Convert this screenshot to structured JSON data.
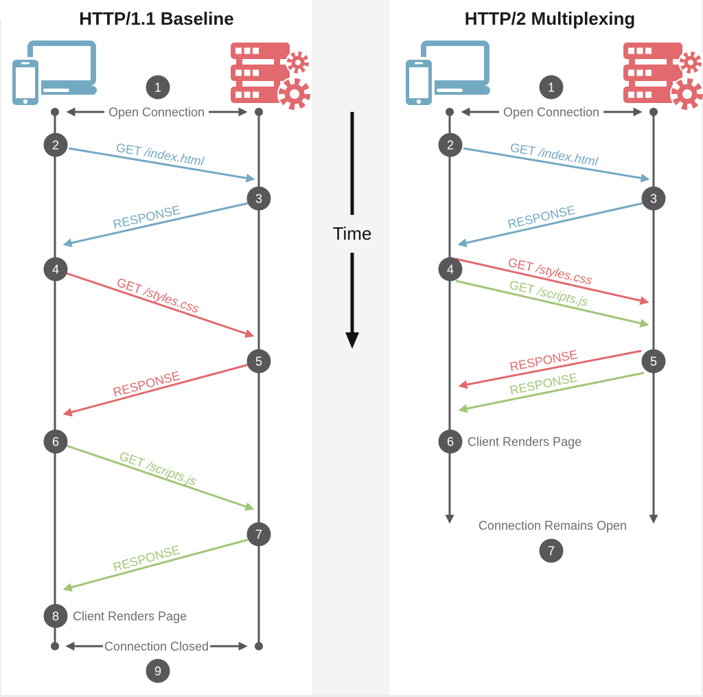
{
  "colors": {
    "client_blue": "#74a9c2",
    "server_red": "#e2696d",
    "request_blue": "#74a9c2",
    "request_red": "#e2696d",
    "request_green": "#a0c677",
    "step_circle_gray": "#58585b",
    "label_gray": "#6d6e71",
    "time_black": "#131313",
    "divider_strip_gray": "#f4f4f5"
  },
  "icons": {
    "client": "client-devices-icon",
    "server": "server-gears-icon"
  },
  "time_axis": {
    "label": "Time"
  },
  "left_panel": {
    "title": "HTTP/1.1 Baseline",
    "step_numbers": [
      "1",
      "2",
      "3",
      "4",
      "5",
      "6",
      "7",
      "8",
      "9"
    ],
    "open_connection_label": "Open Connection",
    "messages": {
      "get_index": {
        "verb": "GET",
        "path": "/index.html"
      },
      "response_index": "RESPONSE",
      "get_styles": {
        "verb": "GET",
        "path": "/styles.css"
      },
      "response_styles": "RESPONSE",
      "get_scripts": {
        "verb": "GET",
        "path": "/scripts.js"
      },
      "response_scripts": "RESPONSE"
    },
    "client_renders_label": "Client Renders Page",
    "connection_closed_label": "Connection Closed"
  },
  "right_panel": {
    "title": "HTTP/2 Multiplexing",
    "step_numbers": [
      "1",
      "2",
      "3",
      "4",
      "5",
      "6",
      "7"
    ],
    "open_connection_label": "Open Connection",
    "messages": {
      "get_index": {
        "verb": "GET",
        "path": "/index.html"
      },
      "response_index": "RESPONSE",
      "get_styles": {
        "verb": "GET",
        "path": "/styles.css"
      },
      "get_scripts": {
        "verb": "GET",
        "path": "/scripts.js"
      },
      "response_styles": "RESPONSE",
      "response_scripts": "RESPONSE"
    },
    "client_renders_label": "Client Renders Page",
    "connection_remains_open_label": "Connection Remains Open"
  }
}
